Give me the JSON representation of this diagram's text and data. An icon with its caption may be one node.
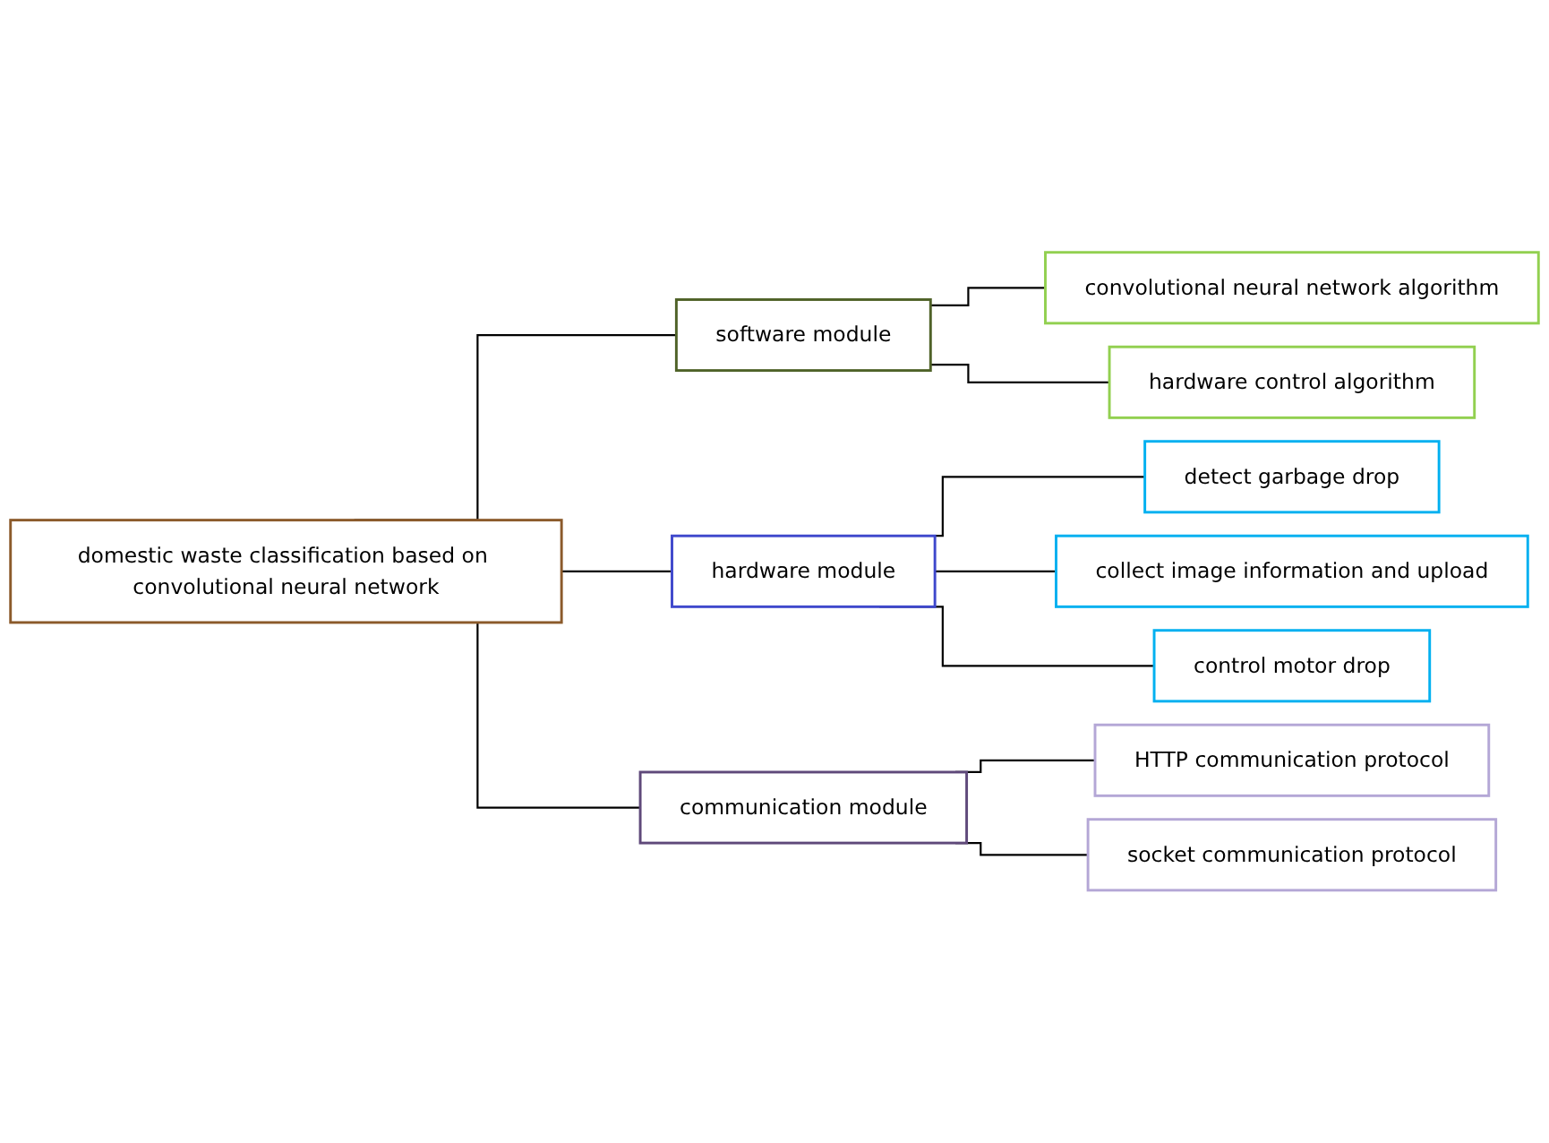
{
  "diagram": {
    "nodes": [
      {
        "text": [
          "domestic waste classification based on convolutional neural network"
        ]
      },
      {
        "text": [
          "software module"
        ]
      },
      {
        "text": [
          "convolutional neural network algorithm"
        ]
      },
      {
        "text": [
          "hardware control algorithm"
        ]
      },
      {
        "text": [
          "hardware module"
        ]
      },
      {
        "text": [
          "detect garbage drop"
        ]
      },
      {
        "text": [
          "collect image information and upload"
        ]
      },
      {
        "text": [
          "control motor drop"
        ]
      },
      {
        "text": [
          "communication module"
        ]
      },
      {
        "text": [
          "HTTP communication protocol"
        ]
      },
      {
        "text": [
          "socket communication protocol"
        ]
      }
    ],
    "edges": [
      {
        "from": 0,
        "to": 1,
        "arrow": "none"
      },
      {
        "from": 0,
        "to": 4,
        "arrow": "none"
      },
      {
        "from": 0,
        "to": 8,
        "arrow": "none"
      },
      {
        "from": 1,
        "to": 2,
        "arrow": "none"
      },
      {
        "from": 1,
        "to": 3,
        "arrow": "none"
      },
      {
        "from": 4,
        "to": 5,
        "arrow": "none"
      },
      {
        "from": 4,
        "to": 6,
        "arrow": "none"
      },
      {
        "from": 4,
        "to": 7,
        "arrow": "none"
      },
      {
        "from": 8,
        "to": 9,
        "arrow": "none"
      },
      {
        "from": 8,
        "to": 10,
        "arrow": "none"
      }
    ]
  }
}
